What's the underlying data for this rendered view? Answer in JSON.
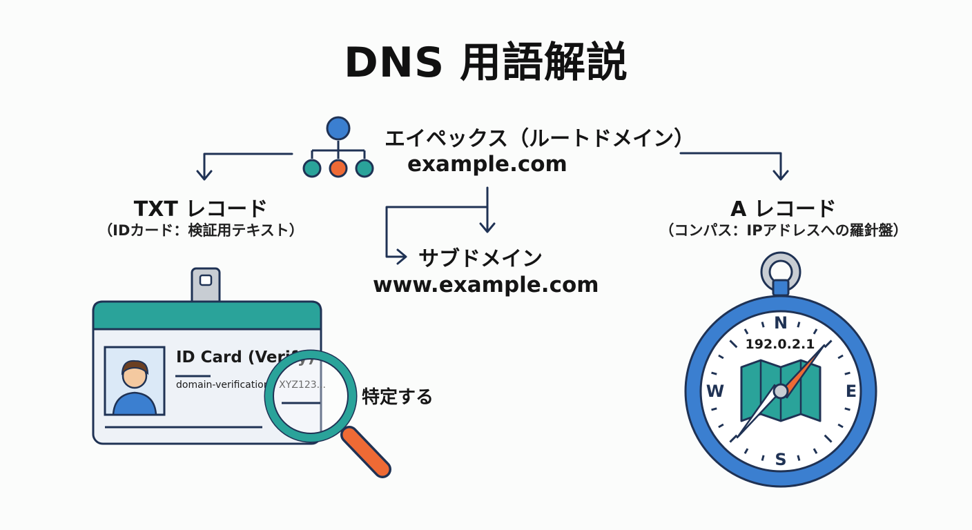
{
  "title": "DNS 用語解説",
  "apex": {
    "label": "エイペックス（ルートドメイン）",
    "domain": "example.com"
  },
  "subdomain": {
    "label": "サブドメイン",
    "domain": "www.example.com"
  },
  "txt_record": {
    "label": "TXT レコード",
    "description": "（IDカード：検証用テキスト）",
    "card_title": "ID Card (Verify)",
    "card_text": "domain-verification : XYZ123...",
    "action": "特定する"
  },
  "a_record": {
    "label": "A レコード",
    "description": "（コンパス：IPアドレスへの羅針盤）",
    "ip": "192.0.2.1",
    "compass_n": "N",
    "compass_s": "S",
    "compass_e": "E",
    "compass_w": "W"
  },
  "icons": [
    "hierarchy-icon",
    "id-card-icon",
    "magnifier-icon",
    "compass-icon",
    "map-icon",
    "person-icon"
  ],
  "colors": {
    "navy": "#1f3254",
    "teal": "#2aa39a",
    "orange": "#ee6a35",
    "blue": "#3b7fd0",
    "light_blue": "#dbe9f7"
  }
}
